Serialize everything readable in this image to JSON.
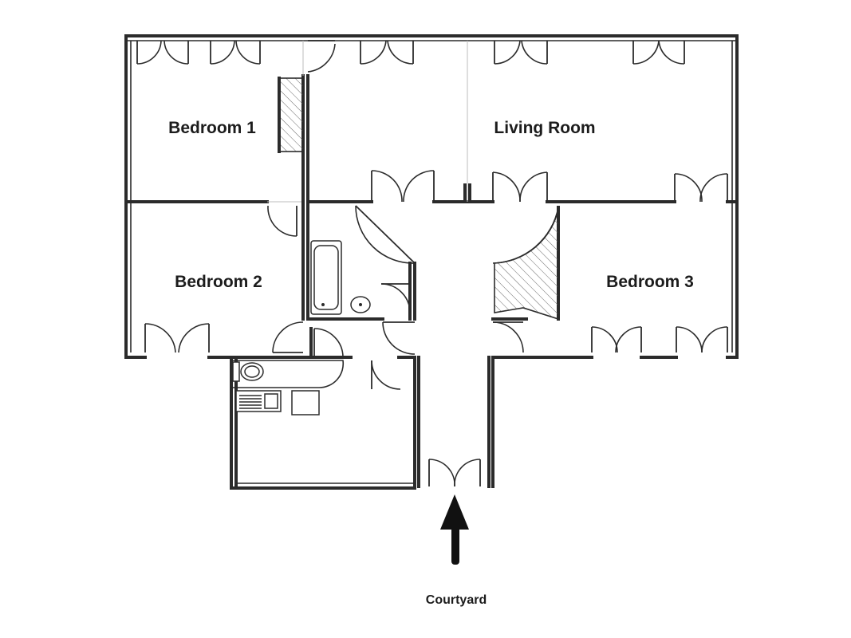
{
  "floorplan": {
    "rooms": {
      "bedroom1": "Bedroom 1",
      "living_room": "Living Room",
      "bedroom2": "Bedroom 2",
      "bedroom3": "Bedroom 3"
    },
    "entrance_label": "Courtyard",
    "colors": {
      "line": "#2b2b2b",
      "background": "#ffffff",
      "hatch": "#6a6a6a"
    }
  }
}
